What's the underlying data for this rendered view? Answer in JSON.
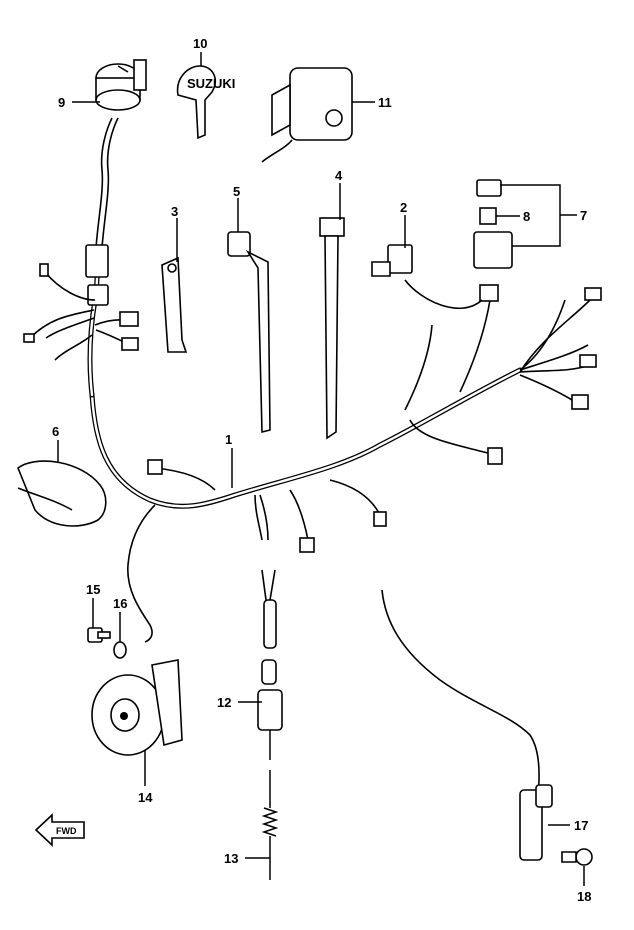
{
  "diagram": {
    "callouts": [
      {
        "id": "1",
        "text": "1"
      },
      {
        "id": "2",
        "text": "2"
      },
      {
        "id": "3",
        "text": "3"
      },
      {
        "id": "4",
        "text": "4"
      },
      {
        "id": "5",
        "text": "5"
      },
      {
        "id": "6",
        "text": "6"
      },
      {
        "id": "7",
        "text": "7"
      },
      {
        "id": "8",
        "text": "8"
      },
      {
        "id": "9",
        "text": "9"
      },
      {
        "id": "10",
        "text": "10"
      },
      {
        "id": "11",
        "text": "11"
      },
      {
        "id": "12",
        "text": "12"
      },
      {
        "id": "13",
        "text": "13"
      },
      {
        "id": "14",
        "text": "14"
      },
      {
        "id": "15",
        "text": "15"
      },
      {
        "id": "16",
        "text": "16"
      },
      {
        "id": "17",
        "text": "17"
      },
      {
        "id": "18",
        "text": "18"
      }
    ],
    "key_text": "SUZUKI",
    "front_arrow_text": "FWD"
  }
}
